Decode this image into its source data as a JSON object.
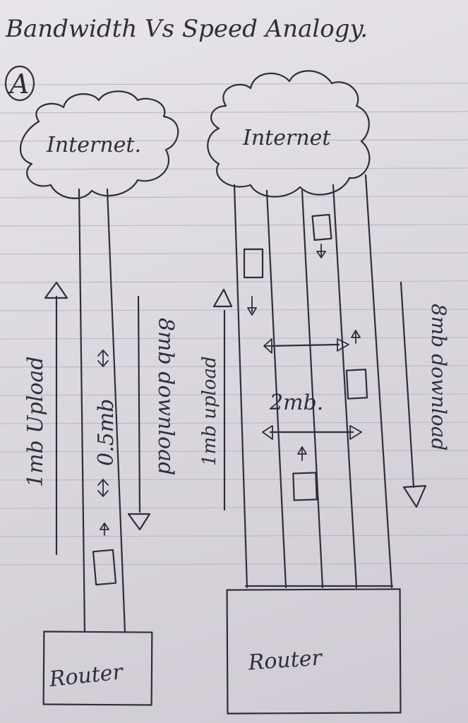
{
  "title": "Bandwidth Vs Speed Analogy.",
  "panel_label": "A",
  "left": {
    "cloud_label": "Internet.",
    "router_label": "Router",
    "upload_label": "1mb Upload",
    "speed_label": "0.5mb",
    "download_label": "8mb download"
  },
  "right": {
    "cloud_label": "Internet",
    "router_label": "Router",
    "upload_label": "1mb upload",
    "bandwidth_label": "2mb.",
    "download_label": "8mb download"
  }
}
